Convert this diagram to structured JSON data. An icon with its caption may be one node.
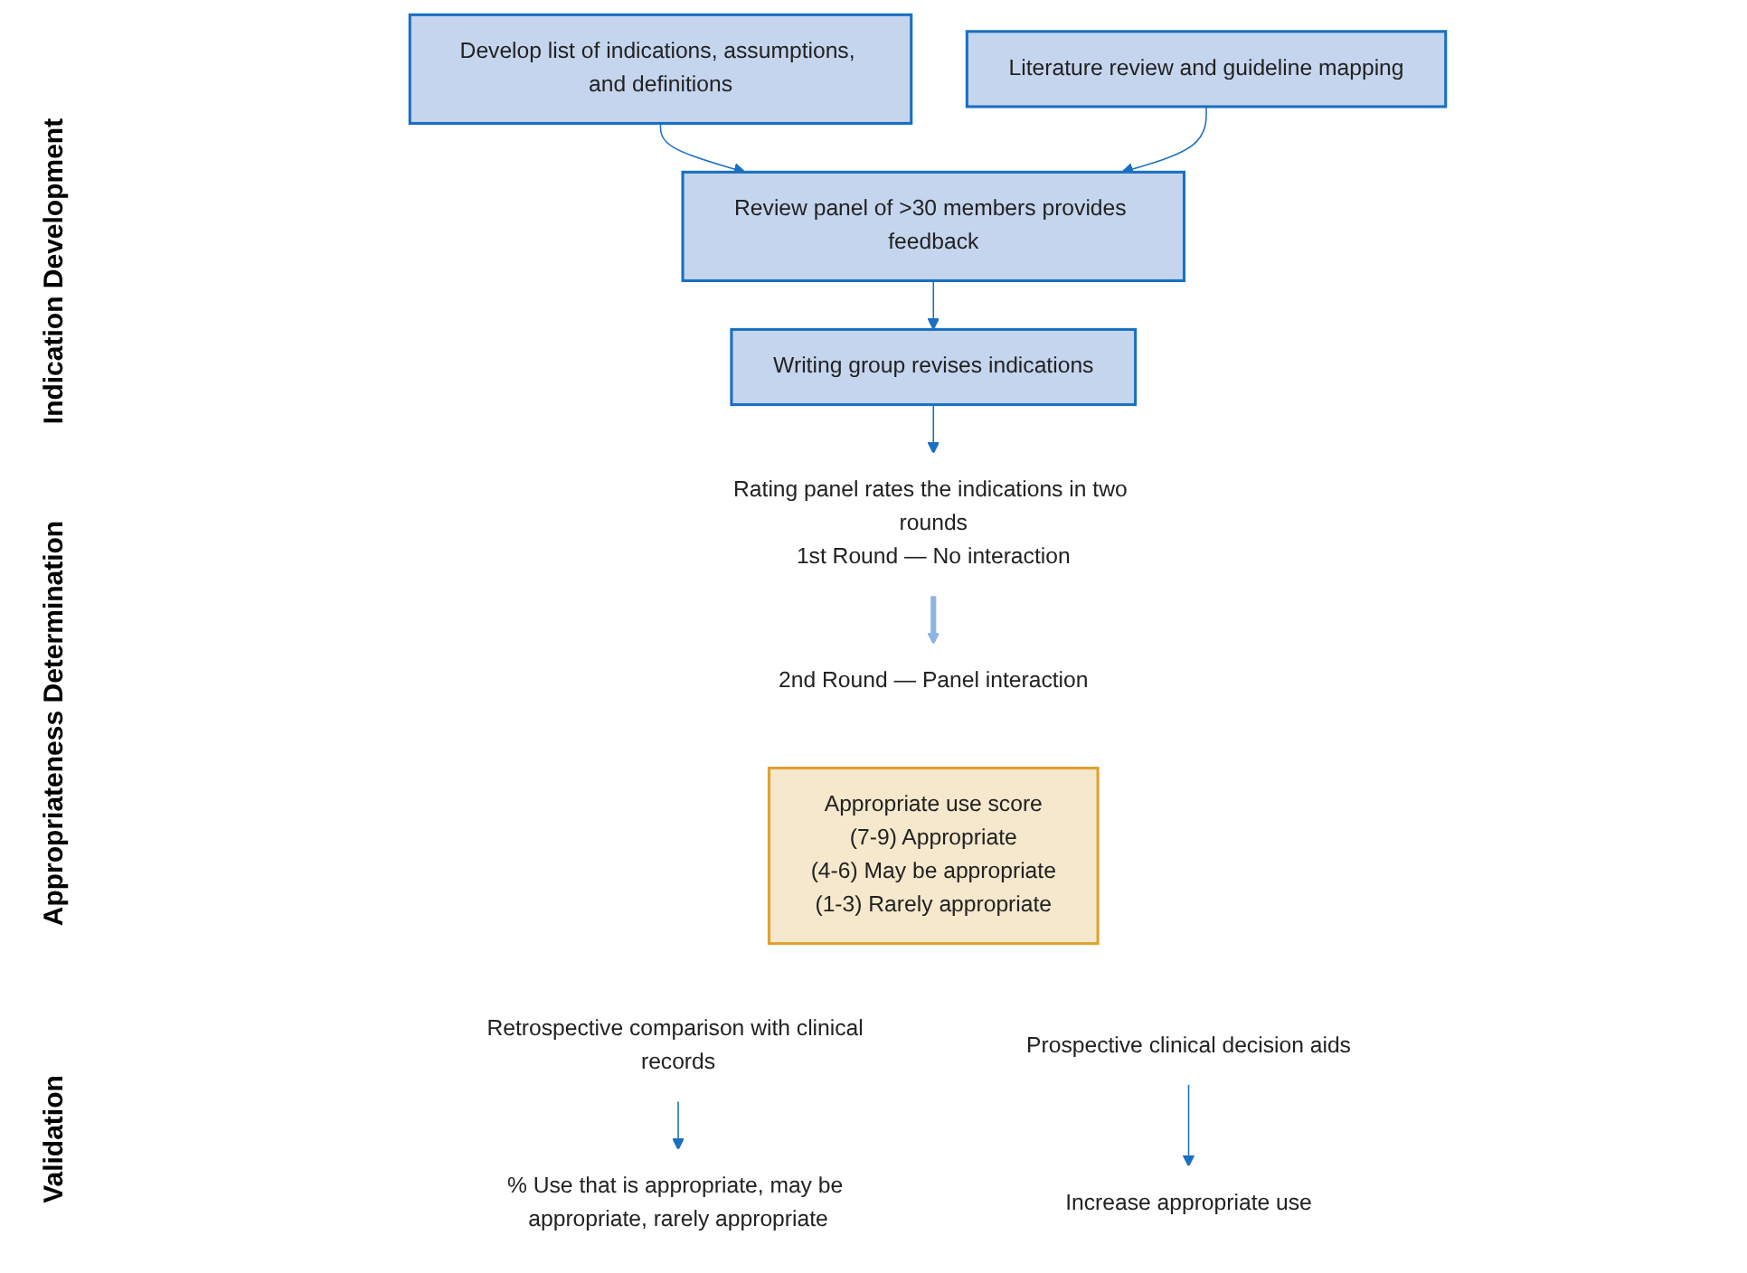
{
  "diagram": {
    "nodes": [
      {
        "text": [
          "Develop list of indications, assumptions, and definitions"
        ]
      },
      {
        "text": [
          "Literature review and guideline mapping"
        ]
      },
      {
        "text": [
          "Review panel of >30 members provides feedback"
        ]
      },
      {
        "text": [
          "Writing group revises indications"
        ]
      },
      {
        "text": [
          "Rating panel rates the indications in two rounds",
          "1st Round — No interaction"
        ]
      },
      {
        "text": [
          "2nd Round — Panel interaction"
        ]
      },
      {
        "text": [
          "Appropriate use score",
          "(7-9) Appropriate",
          "(4-6) May be appropriate",
          "(1-3) Rarely appropriate"
        ]
      },
      {
        "text": [
          "Retrospective comparison with clinical records"
        ]
      },
      {
        "text": [
          "% Use that is appropriate, may be appropriate, rarely appropriate"
        ]
      },
      {
        "text": [
          "Prospective clinical decision aids"
        ]
      },
      {
        "text": [
          "Increase appropriate use"
        ]
      }
    ],
    "edges": [
      {
        "from": 0,
        "to": 2,
        "arrow": "to"
      },
      {
        "from": 1,
        "to": 2,
        "arrow": "to"
      },
      {
        "from": 2,
        "to": 3,
        "arrow": "to"
      },
      {
        "from": 3,
        "to": 4,
        "arrow": "to"
      },
      {
        "from": 4,
        "to": 5,
        "arrow": "to",
        "style": "thick",
        "color": "#8fb3e3"
      },
      {
        "from": 7,
        "to": 8,
        "arrow": "to"
      },
      {
        "from": 9,
        "to": 10,
        "arrow": "to"
      }
    ],
    "labels": [
      "Indication Development",
      "Appropriateness Determination",
      "Validation"
    ]
  }
}
